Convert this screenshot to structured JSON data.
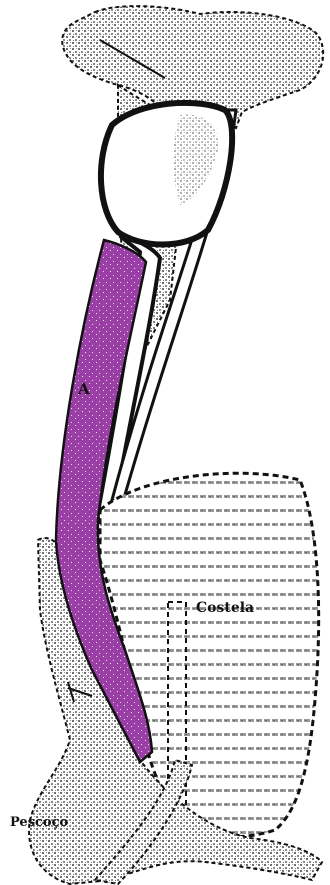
{
  "labels": {
    "muscle": "A",
    "rib": "Costela",
    "neck": "Pescoço"
  },
  "colors": {
    "muscle_fill": "#9a3fa6",
    "outline": "#111111",
    "stipple": "#8a8a8a",
    "background": "#ffffff"
  }
}
